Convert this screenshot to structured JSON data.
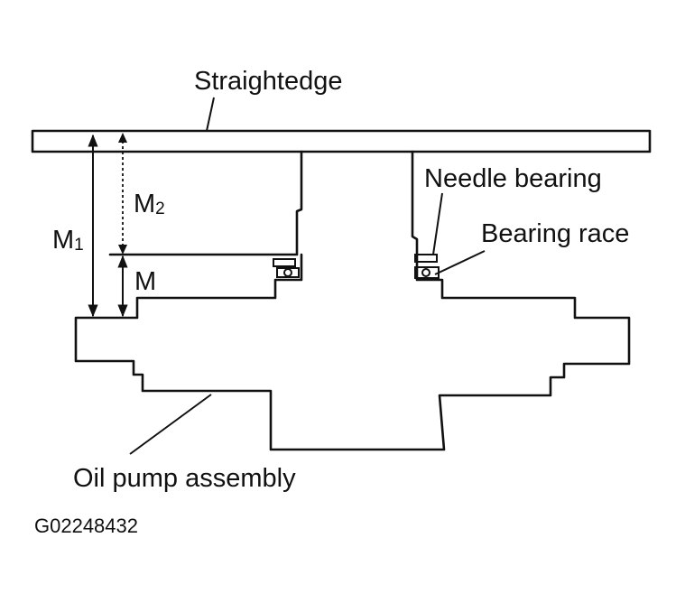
{
  "labels": {
    "straightedge": "Straightedge",
    "needle_bearing": "Needle bearing",
    "bearing_race": "Bearing race",
    "oil_pump_assembly": "Oil pump assembly",
    "m1_base": "M",
    "m1_sub": "1",
    "m2_base": "M",
    "m2_sub": "2",
    "m": "M"
  },
  "figure_code": "G02248432"
}
